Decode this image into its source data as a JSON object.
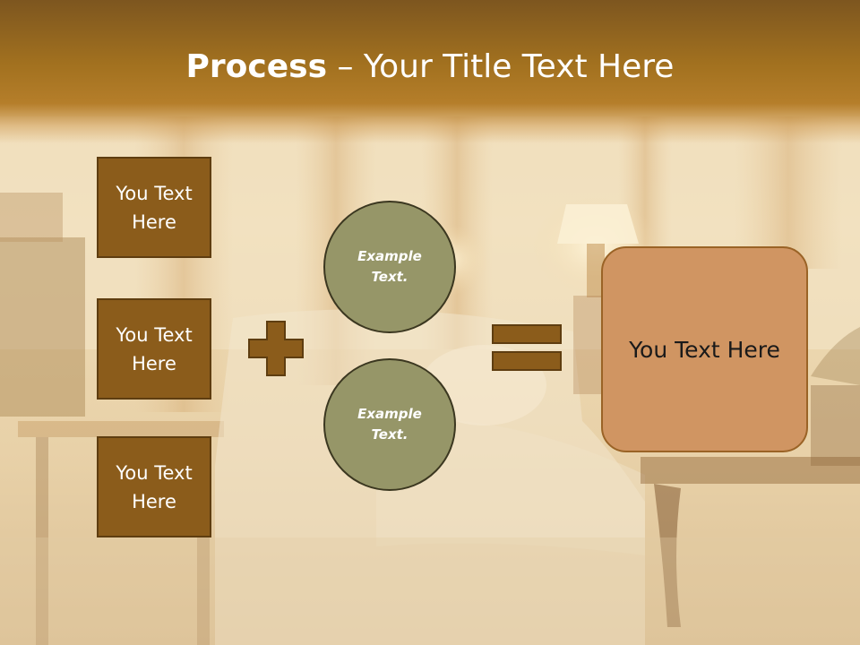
{
  "title": {
    "bold": "Process",
    "rest": " – Your Title Text Here"
  },
  "inputs": [
    {
      "label": "You Text Here"
    },
    {
      "label": "You Text Here"
    },
    {
      "label": "You Text Here"
    }
  ],
  "circles": [
    {
      "label": "Example Text."
    },
    {
      "label": "Example Text."
    }
  ],
  "result": {
    "label": "You Text Here"
  },
  "icons": {
    "plus": "plus-icon",
    "equals": "equals-icon"
  },
  "colors": {
    "title_band": "#a2711f",
    "text_box": "#8b5c1b",
    "circle": "#969668",
    "result_box": "#d09562",
    "operator": "#8b5c1b"
  }
}
